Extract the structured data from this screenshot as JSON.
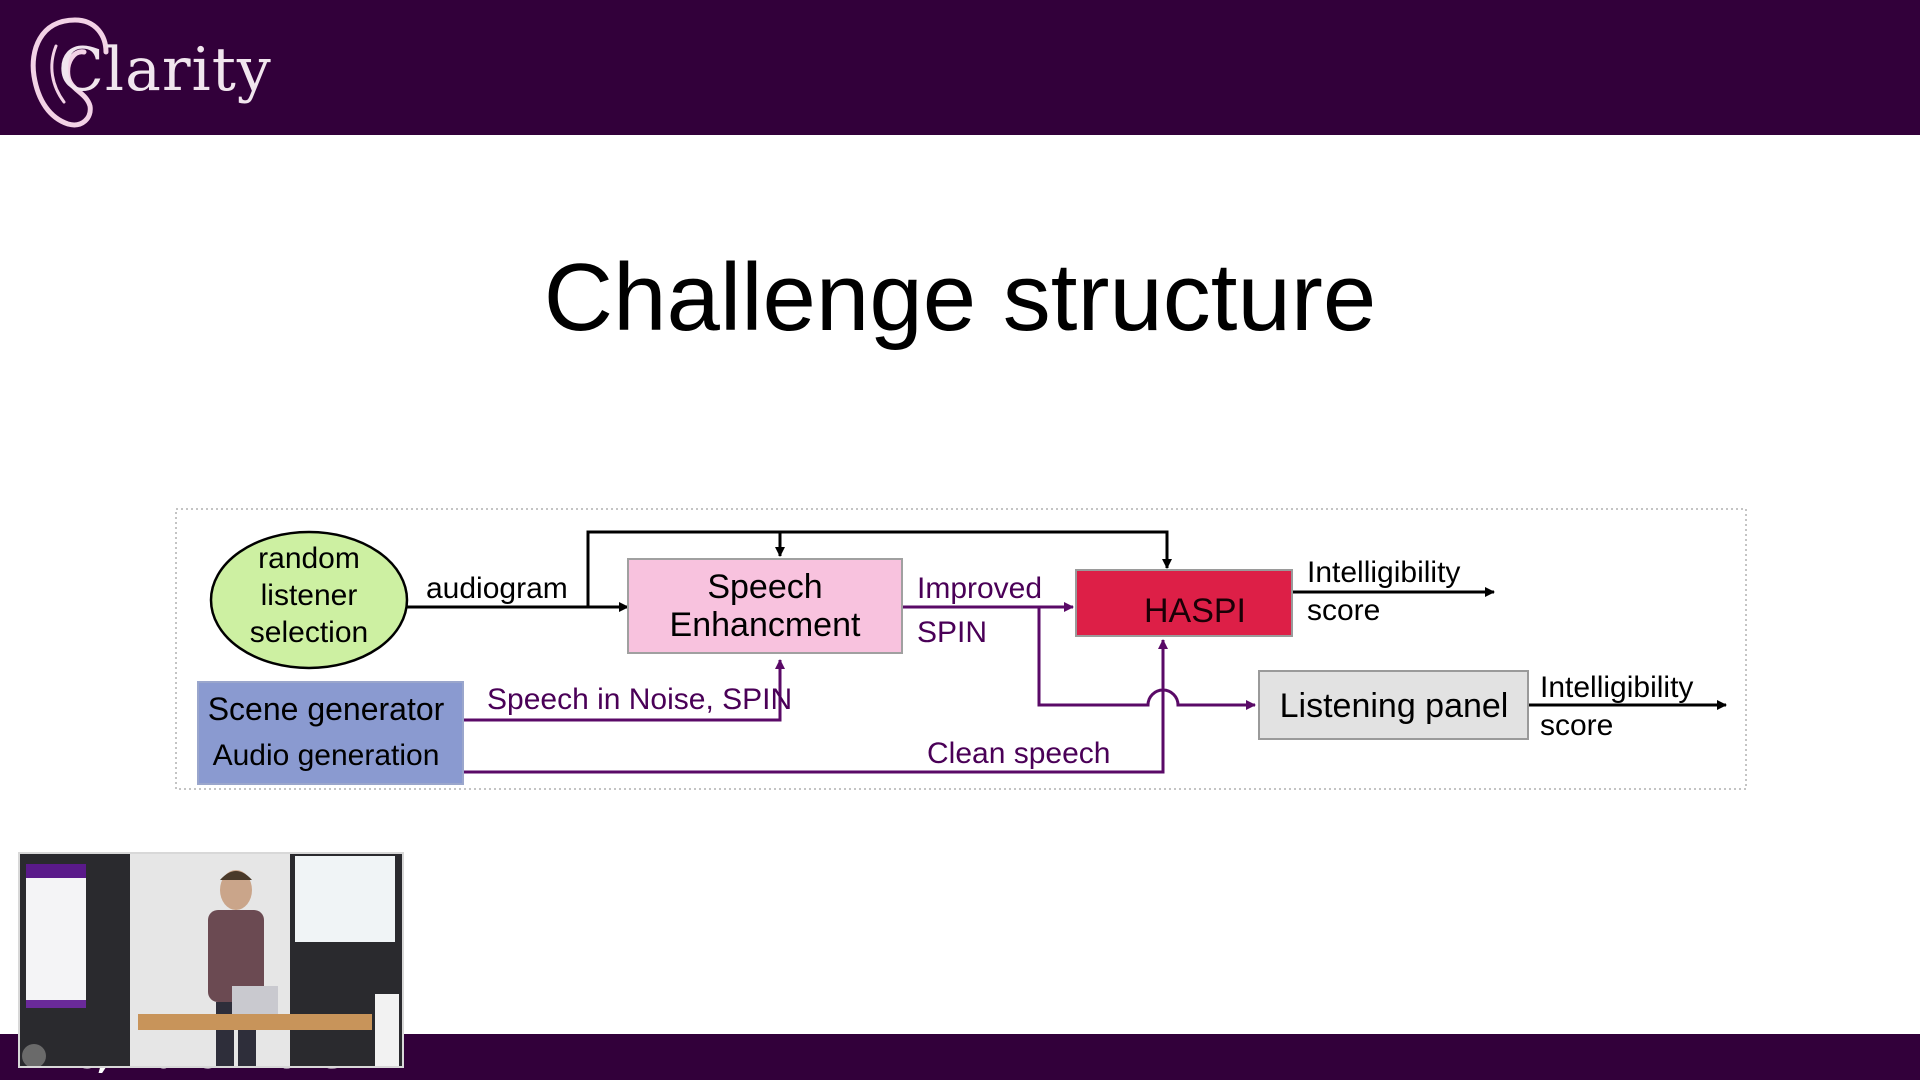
{
  "header": {
    "logo_text": "Clarity",
    "accent_color": "#32003a"
  },
  "slide": {
    "title": "Challenge structure"
  },
  "diagram": {
    "nodes": {
      "listener": [
        "random",
        "listener",
        "selection"
      ],
      "scene": [
        "Scene generator",
        "Audio generation"
      ],
      "speech_enh": [
        "Speech",
        "Enhancment"
      ],
      "haspi": "HASPI",
      "panel": "Listening panel"
    },
    "labels": {
      "audiogram": "audiogram",
      "improved_spin": [
        "Improved",
        "SPIN"
      ],
      "spin": "Speech in Noise, SPIN",
      "clean": "Clean speech",
      "intel_score_1": [
        "Intelligibility",
        "score"
      ],
      "intel_score_2": [
        "Intelligibility",
        "score"
      ]
    },
    "colors": {
      "listener_fill": "#cdf0a2",
      "scene_fill": "#8a9ad0",
      "speech_fill": "#f8c2de",
      "haspi_fill": "#dd1f47",
      "panel_fill": "#e2e2e2",
      "arrow_purple": "#5a0a67"
    }
  },
  "footer": {
    "text": "BBC, March 2023"
  },
  "webcam": {
    "icon": "presenter-video-icon"
  }
}
